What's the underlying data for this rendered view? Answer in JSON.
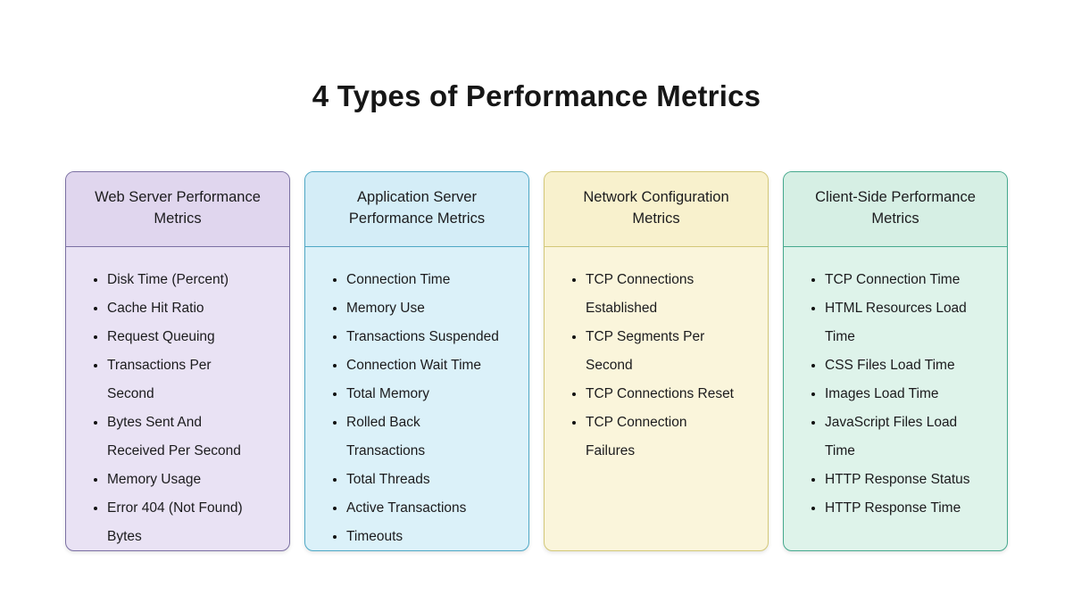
{
  "page": {
    "title": "4 Types of Performance Metrics",
    "background_color": "#ffffff",
    "text_color": "#1d1d1f"
  },
  "cards": [
    {
      "title": "Web Server Performance Metrics",
      "colors": {
        "border": "#7b70a3",
        "header_bg": "#e0d6ee",
        "body_bg": "#e9e2f4"
      },
      "items": [
        "Disk Time (Percent)",
        "Cache Hit Ratio",
        "Request Queuing",
        "Transactions Per Second",
        "Bytes Sent And Received Per Second",
        "Memory Usage",
        "Error 404 (Not Found) Bytes"
      ]
    },
    {
      "title": "Application Server Performance Metrics",
      "colors": {
        "border": "#4fa8c6",
        "header_bg": "#d4edf7",
        "body_bg": "#dbf1f9"
      },
      "items": [
        "Connection Time",
        "Memory Use",
        "Transactions Suspended",
        "Connection Wait Time",
        "Total Memory",
        "Rolled Back Transactions",
        "Total Threads",
        "Active Transactions",
        "Timeouts"
      ]
    },
    {
      "title": "Network Configuration Metrics",
      "colors": {
        "border": "#d3c878",
        "header_bg": "#f8f1cd",
        "body_bg": "#faf5db"
      },
      "items": [
        "TCP Connections Established",
        "TCP Segments Per Second",
        "TCP Connections Reset",
        "TCP Connection Failures"
      ]
    },
    {
      "title": "Client-Side Performance Metrics",
      "colors": {
        "border": "#46a98e",
        "header_bg": "#d6efe4",
        "body_bg": "#def3ea"
      },
      "items": [
        "TCP Connection Time",
        "HTML Resources Load Time",
        "CSS Files Load Time",
        "Images Load Time",
        "JavaScript Files Load Time",
        "HTTP Response Status",
        "HTTP Response Time"
      ]
    }
  ]
}
